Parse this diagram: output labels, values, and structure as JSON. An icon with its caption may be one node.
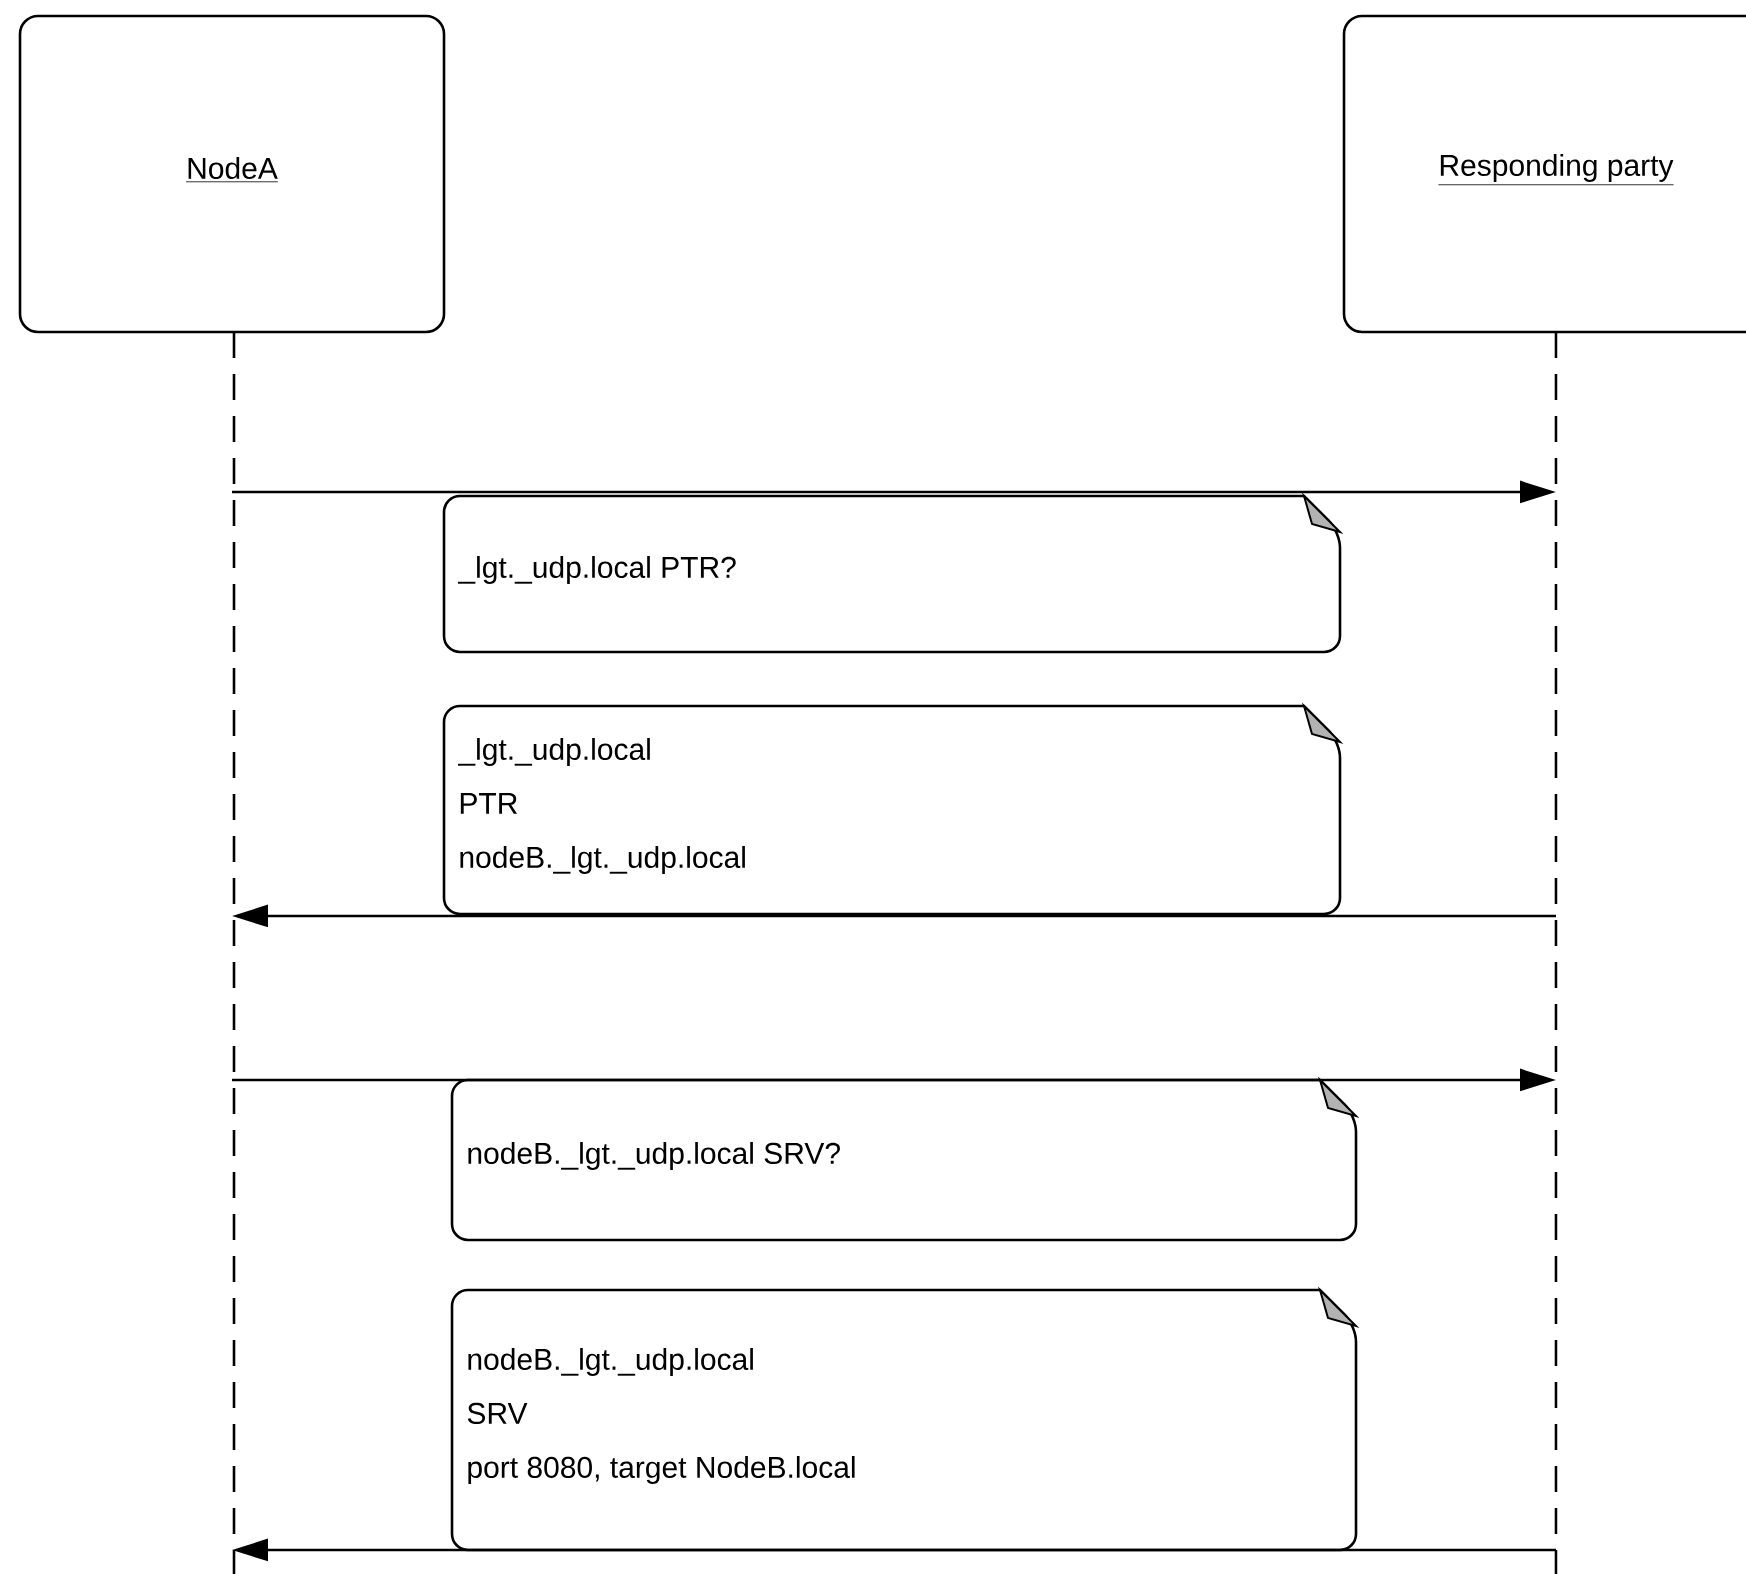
{
  "diagram": {
    "nodes": [
      {
        "text": [
          "NodeA"
        ]
      },
      {
        "text": [
          "Responding party"
        ]
      },
      {
        "text": [
          "_lgt._udp.local  PTR?"
        ]
      },
      {
        "text": [
          "_lgt._udp.local",
          "PTR",
          "nodeB._lgt._udp.local"
        ]
      },
      {
        "text": [
          "nodeB._lgt._udp.local SRV?"
        ]
      },
      {
        "text": [
          "nodeB._lgt._udp.local",
          "SRV",
          "port 8080, target NodeB.local"
        ]
      }
    ],
    "edges": [
      {
        "from": 0,
        "to": 1,
        "arrow": "to"
      },
      {
        "from": 1,
        "to": 0,
        "arrow": "to"
      },
      {
        "from": 0,
        "to": 1,
        "arrow": "to"
      },
      {
        "from": 1,
        "to": 0,
        "arrow": "to"
      }
    ]
  }
}
